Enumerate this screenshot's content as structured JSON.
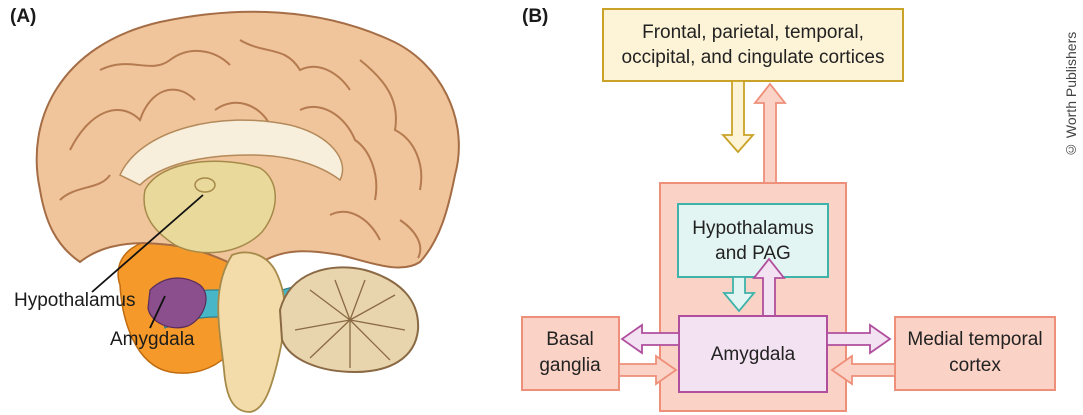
{
  "panel_a": {
    "label": "(A)",
    "annotations": {
      "hypothalamus": "Hypothalamus",
      "amygdala": "Amygdala"
    }
  },
  "panel_b": {
    "label": "(B)",
    "nodes": {
      "cortices_line1": "Frontal, parietal, temporal,",
      "cortices_line2": "occipital, and cingulate cortices",
      "hypothalamus_line1": "Hypothalamus",
      "hypothalamus_line2": "and PAG",
      "amygdala": "Amygdala",
      "basal_line1": "Basal",
      "basal_line2": "ganglia",
      "medial_line1": "Medial temporal",
      "medial_line2": "cortex"
    },
    "colors": {
      "cortices_fill": "#fdf3d6",
      "cortices_stroke": "#c9a227",
      "outer_fill": "#fbd3c6",
      "outer_stroke": "#ee8f7a",
      "hypothalamus_fill": "#e3f5f3",
      "hypothalamus_stroke": "#3fb3a9",
      "amygdala_fill": "#f3e2f1",
      "amygdala_stroke": "#b04f9d"
    }
  },
  "credit": "© Worth Publishers"
}
